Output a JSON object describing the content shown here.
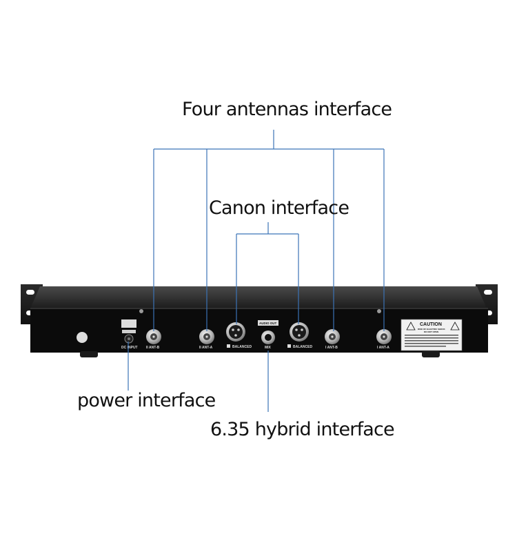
{
  "callouts": {
    "antennas": "Four antennas interface",
    "canon": "Canon interface",
    "power": "power interface",
    "hybrid": "6.35 hybrid interface"
  },
  "panel_labels": {
    "dc_input": "DC INPUT",
    "ant_b_left": "II ANT-B",
    "ant_a_left": "II ANT-A",
    "balanced_left": "BALANCED",
    "audio_out": "AUDIO OUT",
    "mix": "MIX",
    "balanced_right": "BALANCED",
    "ant_b_right": "I ANT-B",
    "ant_a_right": "I ANT-A",
    "caution_title": "CAUTION",
    "caution_line1": "RISK OF ELECTRIC SHOCK",
    "caution_line2": "DO NOT OPEN"
  },
  "colors": {
    "leader_line": "#3b73b6",
    "chassis": "#0b0b0b",
    "chassis_top": "#3a3a3a",
    "connector_metal": "#c9c9c9"
  }
}
